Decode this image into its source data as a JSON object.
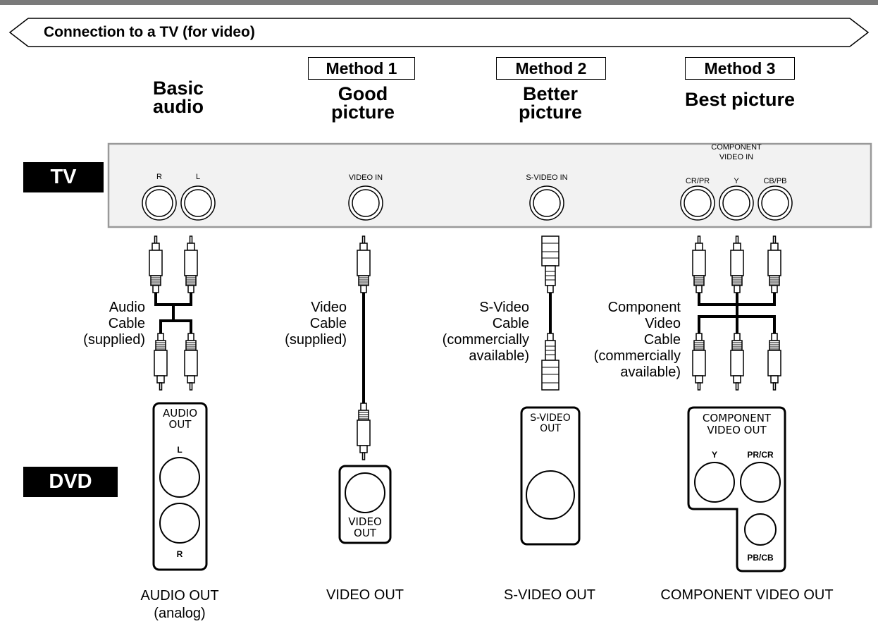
{
  "section_title": "Connection to a TV (for video)",
  "methods": {
    "m1": "Method 1",
    "m2": "Method 2",
    "m3": "Method 3"
  },
  "headings": {
    "basic_line1": "Basic",
    "basic_line2": "audio",
    "good_line1": "Good",
    "good_line2": "picture",
    "better_line1": "Better",
    "better_line2": "picture",
    "best": "Best picture"
  },
  "device_labels": {
    "tv": "TV",
    "dvd": "DVD"
  },
  "tv_panel": {
    "r": "R",
    "l": "L",
    "video_in": "VIDEO IN",
    "svideo_in": "S-VIDEO IN",
    "component_line1": "COMPONENT",
    "component_line2": "VIDEO IN",
    "cr_pr": "CR/PR",
    "y": "Y",
    "cb_pb": "CB/PB"
  },
  "cables": {
    "audio": [
      "Audio",
      "Cable",
      "(supplied)"
    ],
    "video": [
      "Video",
      "Cable",
      "(supplied)"
    ],
    "svideo": [
      "S-Video",
      "Cable",
      "(commercially",
      "available)"
    ],
    "component": [
      "Component",
      "Video",
      "Cable",
      "(commercially",
      "available)"
    ]
  },
  "dvd_panel": {
    "audio_out_1": "AUDIO",
    "audio_out_2": "OUT",
    "l": "L",
    "r": "R",
    "video_out_1": "VIDEO",
    "video_out_2": "OUT",
    "svideo_out_1": "S-VIDEO",
    "svideo_out_2": "OUT",
    "comp_out_1": "COMPONENT",
    "comp_out_2": "VIDEO OUT",
    "y": "Y",
    "pr_cr": "PR/CR",
    "pb_cb": "PB/CB"
  },
  "captions": {
    "audio_line1": "AUDIO OUT",
    "audio_line2": "(analog)",
    "video": "VIDEO OUT",
    "svideo": "S-VIDEO OUT",
    "component": "COMPONENT VIDEO OUT"
  }
}
